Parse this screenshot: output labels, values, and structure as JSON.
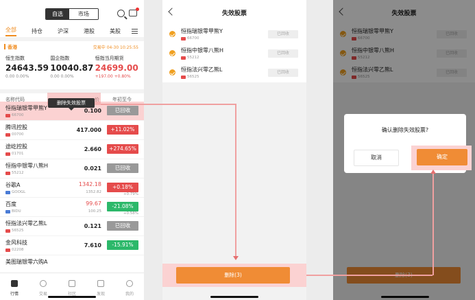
{
  "phone1": {
    "segment": {
      "active": "自选",
      "inactive": "市场"
    },
    "tabs": [
      "全部",
      "持仓",
      "沪深",
      "港股",
      "美股"
    ],
    "market": {
      "name": "香港",
      "time": "交易中 04-30 10:25:55"
    },
    "indexes": [
      {
        "name": "恒生指数",
        "value": "24643.59",
        "change": "0.00 0.00%"
      },
      {
        "name": "国企指数",
        "value": "10040.87",
        "change": "0.00 0.00%"
      },
      {
        "name": "恒指当月期货",
        "value": "24699.00",
        "change": "+197.00 +0.80%"
      }
    ],
    "columns": {
      "name": "名称代码",
      "price": "价",
      "ytd": "年初至今"
    },
    "tooltip": "删除失效股票",
    "rows": [
      {
        "name": "恒指瑞银零甲熊Y",
        "code": "66700",
        "price": "0.100",
        "badge": "已回收"
      },
      {
        "name": "腾讯控股",
        "code": "00700",
        "price": "417.000",
        "badge": "+11.02%"
      },
      {
        "name": "途屹控股",
        "code": "01701",
        "price": "2.660",
        "badge": "+274.65%"
      },
      {
        "name": "恒指中银零八熊H",
        "code": "55212",
        "price": "0.021",
        "badge": "已回收"
      },
      {
        "name": "谷歌A",
        "code": "GOOGL",
        "price": "1342.18",
        "sub": "1352.82",
        "badge": "+0.18%",
        "sub2": "+0.79%"
      },
      {
        "name": "百度",
        "code": "BIDU",
        "price": "99.67",
        "sub": "100.25",
        "badge": "-21.08%",
        "sub2": "+0.58%"
      },
      {
        "name": "恒指法兴零乙熊L",
        "code": "56525",
        "price": "0.121",
        "badge": "已回收"
      },
      {
        "name": "金风科技",
        "code": "02208",
        "price": "7.610",
        "badge": "-15.91%"
      },
      {
        "name": "美图瑞银零六购A",
        "code": "",
        "price": "",
        "badge": ""
      }
    ],
    "bottom_nav": [
      "行情",
      "交易",
      "社区",
      "发现",
      "我的"
    ]
  },
  "phone2": {
    "title": "失效股票",
    "items": [
      {
        "name": "恒指瑞银零甲熊Y",
        "code": "66700",
        "tag": "已回收"
      },
      {
        "name": "恒指中银零八熊H",
        "code": "55212",
        "tag": "已回收"
      },
      {
        "name": "恒指法兴零乙熊L",
        "code": "56525",
        "tag": "已回收"
      }
    ],
    "delete_button": "删除(3)"
  },
  "phone3": {
    "title": "失效股票",
    "dialog": {
      "message": "确认删除失效股票?",
      "cancel": "取消",
      "confirm": "确定"
    },
    "delete_button": "删除(3)"
  }
}
